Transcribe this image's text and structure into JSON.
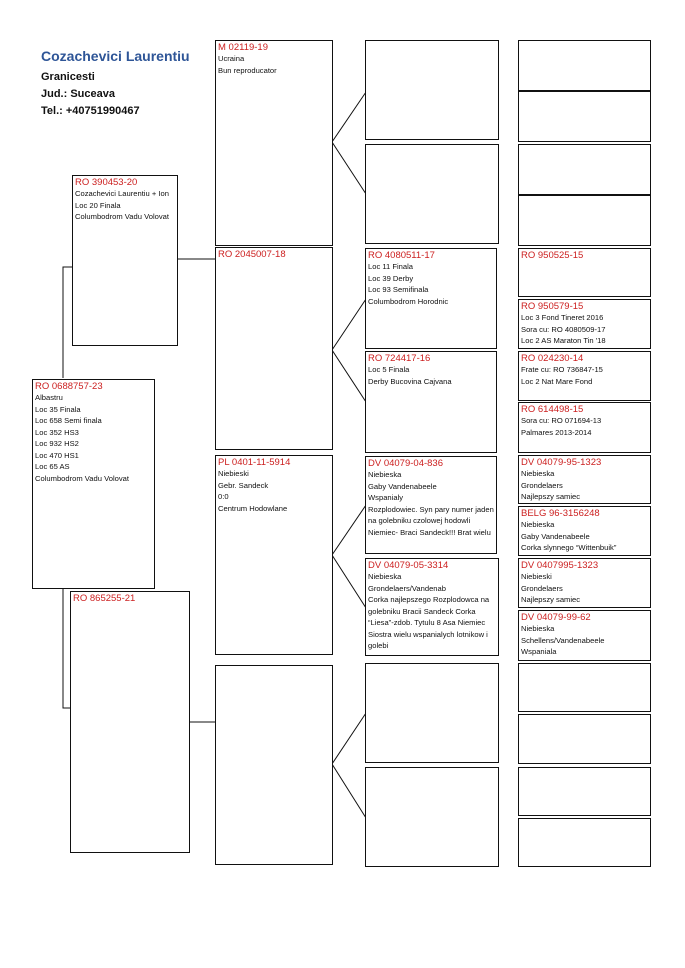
{
  "breeder": {
    "name": "Cozachevici Laurentiu",
    "locality": "Granicesti",
    "county": "Jud.: Suceava",
    "phone": "Tel.: +40751990467"
  },
  "pedigree": {
    "subject": {
      "ring": "RO 0688757-23",
      "lines": [
        "Albastru",
        "Loc 35 Finala",
        "Loc 658 Semi finala",
        "Loc 352 HS3",
        "Loc 932 HS2",
        "Loc 470 HS1",
        "Loc 65 AS",
        "Columbodrom Vadu Volovat"
      ]
    },
    "sire": {
      "ring": "RO 390453-20",
      "lines": [
        "Cozachevici Laurentiu + Ion",
        "Loc 20 Finala",
        "Columbodrom Vadu Volovat"
      ]
    },
    "dam": {
      "ring": "RO 865255-21",
      "lines": []
    },
    "sire_sire": {
      "ring": "M 02119-19",
      "lines": [
        "Ucraina",
        "Bun reproducator"
      ]
    },
    "sire_dam": {
      "ring": "RO 2045007-18",
      "lines": []
    },
    "dam_sire": {
      "ring": "PL 0401-11-5914",
      "lines": [
        "Niebieski",
        "Gebr. Sandeck",
        "0:0",
        "Centrum Hodowlane"
      ]
    },
    "dam_dam": {
      "ring": "",
      "lines": []
    },
    "sire_dam_sire": {
      "ring": "RO 4080511-17",
      "lines": [
        "Loc 11 Finala",
        "Loc 39 Derby",
        "Loc 93 Semifinala",
        "Columbodrom Horodnic"
      ]
    },
    "sire_dam_dam": {
      "ring": "RO 724417-16",
      "lines": [
        "Loc 5 Finala",
        "Derby Bucovina Cajvana"
      ]
    },
    "dam_sire_sire": {
      "ring": "DV 04079-04-836",
      "lines": [
        "Niebieska",
        "Gaby Vandenabeele",
        "Wspanialy",
        "Rozplodowiec. Syn pary numer jaden na golebniku czolowej hodowli Niemiec- Braci Sandeck!!! Brat wielu"
      ]
    },
    "dam_sire_dam": {
      "ring": "DV 04079-05-3314",
      "lines": [
        "Niebieska",
        "Grondelaers/Vandenab",
        "Corka najlepszego Rozplodowca na golebniku Bracii Sandeck Corka “Liesa”-zdob. Tytulu 8 Asa Niemiec Siostra wielu wspanialych lotnikow i golebi"
      ]
    },
    "g4": {
      "sire_dam_sire_sire": {
        "ring": "RO 950525-15",
        "lines": []
      },
      "sire_dam_sire_dam": {
        "ring": "RO 950579-15",
        "lines": [
          "Loc 3 Fond Tineret 2016",
          "Sora cu: RO 4080509-17",
          "Loc 2 AS Maraton Tin '18"
        ]
      },
      "sire_dam_dam_sire": {
        "ring": "RO 024230-14",
        "lines": [
          "Frate cu: RO 736847-15",
          "Loc 2 Nat Mare Fond"
        ]
      },
      "sire_dam_dam_dam": {
        "ring": "RO 614498-15",
        "lines": [
          "Sora cu: RO 071694-13",
          "Palmares 2013-2014"
        ]
      },
      "dam_sire_sire_sire": {
        "ring": "DV 04079-95-1323",
        "lines": [
          "Niebieska",
          "Grondelaers",
          "Najlepszy samiec"
        ]
      },
      "dam_sire_sire_dam": {
        "ring": "BELG 96-3156248",
        "lines": [
          "Niebieska",
          "Gaby Vandenabeele",
          "Corka slynnego “Wittenbuik”"
        ]
      },
      "dam_sire_dam_sire": {
        "ring": "DV 0407995-1323",
        "lines": [
          "Niebieski",
          "Grondelaers",
          "Najlepszy samiec"
        ]
      },
      "dam_sire_dam_dam": {
        "ring": "DV 04079-99-62",
        "lines": [
          "Niebieska",
          "Schellens/Vandenabeele",
          "Wspaniala"
        ]
      }
    }
  }
}
